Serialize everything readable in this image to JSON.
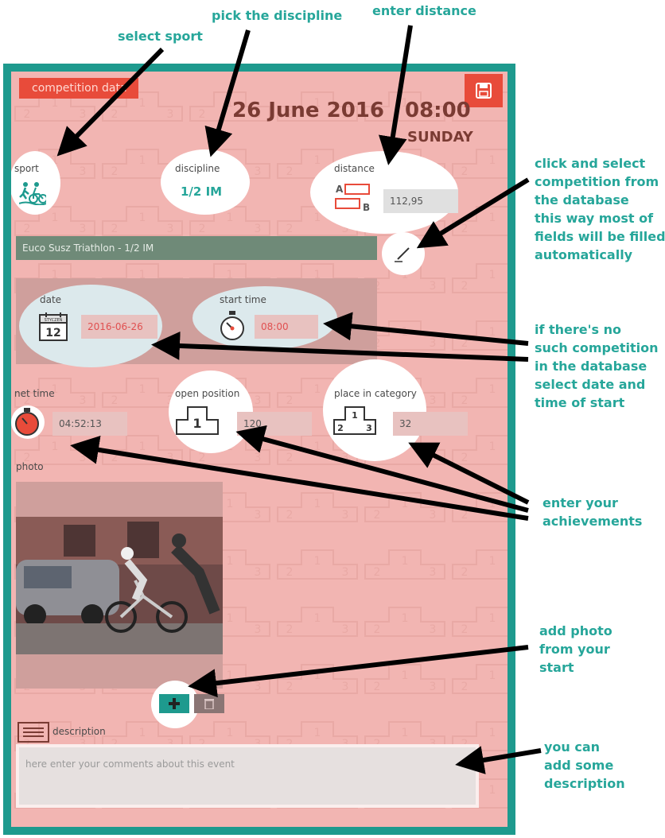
{
  "callouts": {
    "select_sport": "select sport",
    "pick_discipline": "pick the discipline",
    "enter_distance": "enter distance",
    "click_select": [
      "click and select",
      "competition from",
      "the database",
      "this way most of",
      "fields will be filled",
      "automatically"
    ],
    "no_competition": [
      "if there's no",
      "such competition",
      "in the database",
      "select date and",
      "time of start"
    ],
    "achievements": [
      "enter your",
      "achievements"
    ],
    "add_photo": [
      "add photo",
      "from your",
      "start"
    ],
    "description": [
      "you can",
      "add some",
      "description"
    ]
  },
  "panel": {
    "badge": "competition data",
    "date": "26 June 2016",
    "time": "08:00",
    "weekday": "SUNDAY"
  },
  "sport": {
    "label": "sport",
    "icon": "triathlon-icon"
  },
  "discipline": {
    "label": "discipline",
    "value": "1/2 IM"
  },
  "distance": {
    "label": "distance",
    "value": "112,95",
    "icon_a": "A",
    "icon_b": "B"
  },
  "event": {
    "name": "Euco Susz Triathlon - 1/2 IM"
  },
  "date": {
    "label": "date",
    "value": "2016-06-26",
    "cal_month": "STYCZEŃ",
    "cal_day": "12"
  },
  "start_time": {
    "label": "start time",
    "value": "08:00"
  },
  "net_time": {
    "label": "net time",
    "value": "04:52:13"
  },
  "open_position": {
    "label": "open position",
    "value": "120",
    "podium": "1"
  },
  "place_category": {
    "label": "place in category",
    "value": "32",
    "podium": [
      "1",
      "2",
      "3"
    ]
  },
  "photo": {
    "label": "photo"
  },
  "description": {
    "label": "description",
    "placeholder": "here enter your comments about this event"
  },
  "colors": {
    "teal": "#1e9a8e",
    "callout": "#26a69a",
    "red": "#e84b3a",
    "panel_bg": "#f2b5b2"
  }
}
